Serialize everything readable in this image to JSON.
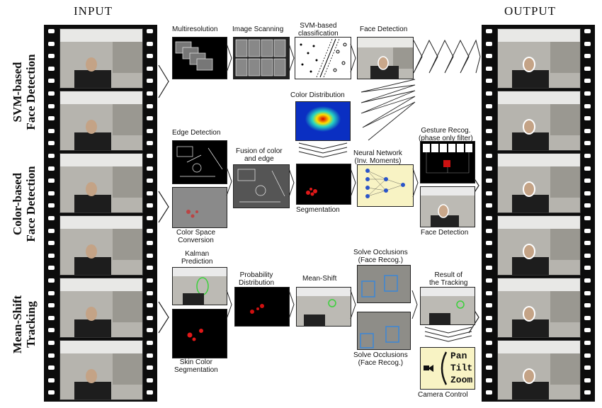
{
  "headers": {
    "input": "INPUT",
    "output": "OUTPUT"
  },
  "row_labels": [
    [
      "SVM-based",
      "Face Detection"
    ],
    [
      "Color-based",
      "Face Detection"
    ],
    [
      "Mean-Shift",
      "Tracking"
    ]
  ],
  "svm_row": {
    "multiresolution": "Multiresolution",
    "image_scanning": "Image Scanning",
    "svm_classification": [
      "SVM-based",
      "classification"
    ],
    "face_detection": "Face Detection"
  },
  "color_row": {
    "color_distribution": "Color Distribution",
    "edge_detection": "Edge Detection",
    "fusion": [
      "Fusion of color",
      "and edge"
    ],
    "neural_network": [
      "Neural Network",
      "(Inv. Moments)"
    ],
    "gesture": [
      "Gesture Recog.",
      "(phase only filter)"
    ],
    "segmentation": "Segmentation",
    "color_space": [
      "Color Space",
      "Conversion"
    ],
    "face_detection": "Face Detection"
  },
  "meanshift_row": {
    "kalman": [
      "Kalman",
      "Prediction"
    ],
    "probability": [
      "Probability",
      "Distribution"
    ],
    "mean_shift": "Mean-Shift",
    "solve_top": [
      "Solve Occlusions",
      "(Face Recog.)"
    ],
    "result": [
      "Result of",
      "the Tracking"
    ],
    "skin": [
      "Skin Color",
      "Segmentation"
    ],
    "solve_bottom": [
      "Solve Occlusions",
      "(Face Recog.)"
    ],
    "camera": {
      "pan": "Pan",
      "tilt": "Tilt",
      "zoom": "Zoom",
      "label": "Camera Control"
    }
  },
  "colors": {
    "film": "#0c0c0c",
    "panel_yellow": "#f8f3c4",
    "box_blue": "#3b86d6",
    "track_green": "#3ad13a",
    "seg_red": "#e01818"
  }
}
